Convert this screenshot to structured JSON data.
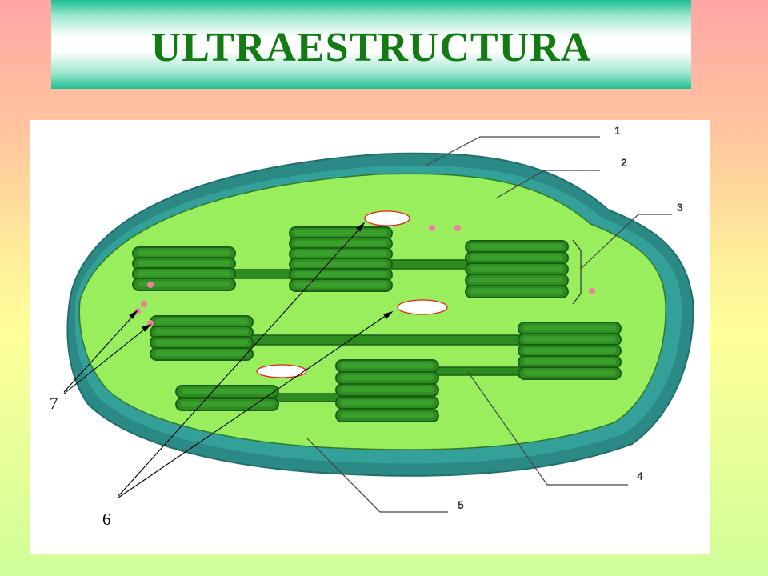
{
  "title": "ULTRAESTRUCTURA",
  "labels": {
    "l1": "1",
    "l2": "2",
    "l3": "3",
    "l4": "4",
    "l5": "5",
    "l6": "6",
    "l7": "7"
  },
  "colors": {
    "title_text": "#137b13",
    "envelope": "#2b8a86",
    "stroma": "#98ee5c",
    "thylakoid": "#2e8b22",
    "thylakoid_light": "#1f7a1a",
    "ribosome": "#f07f9b",
    "starch": "#ffffff",
    "starch_border": "#e8201a"
  }
}
